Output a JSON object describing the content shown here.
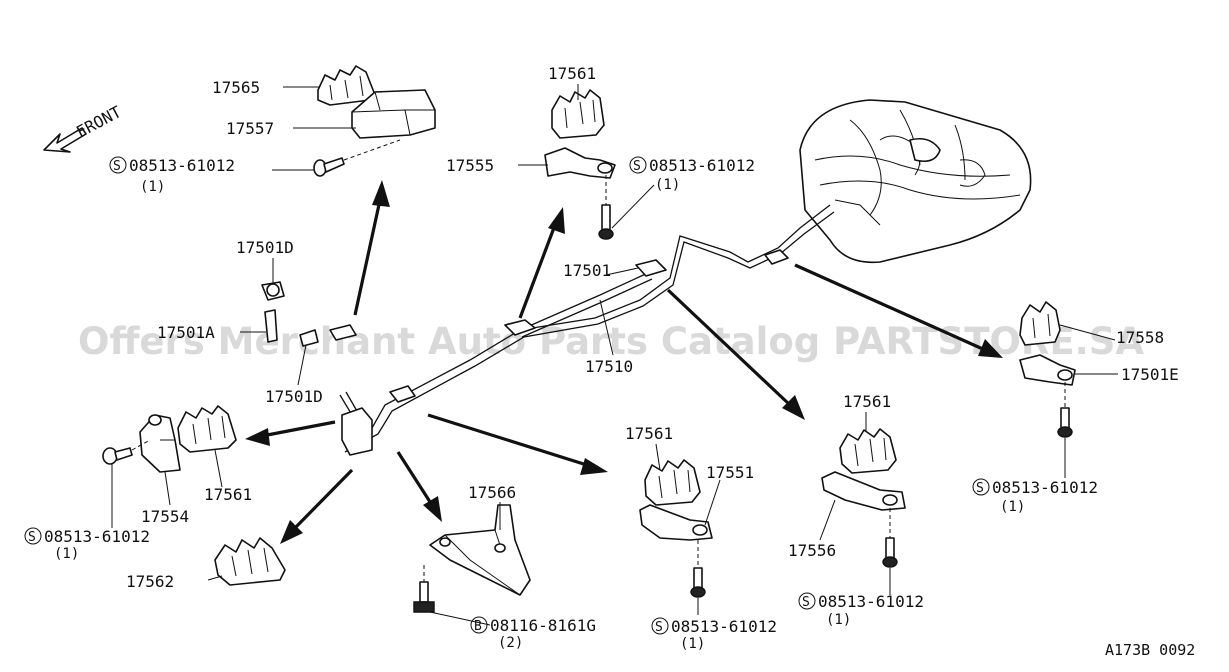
{
  "watermark": "Offers Merchant Auto Parts Catalog PARTSTORE.SA",
  "front_label": "FRONT",
  "diagram_code": "A173B 0092",
  "symbols": {
    "screw": "S",
    "bolt": "B"
  },
  "labels": {
    "p17565": "17565",
    "p17557": "17557",
    "p17561_top": "17561",
    "p17555": "17555",
    "p17501D_top": "17501D",
    "p17501A": "17501A",
    "p17501D_bottom": "17501D",
    "p17501": "17501",
    "p17510": "17510",
    "p17558": "17558",
    "p17501E": "17501E",
    "p17561_left": "17561",
    "p17554": "17554",
    "p17562": "17562",
    "p17566": "17566",
    "p17561_mid": "17561",
    "p17551": "17551",
    "p17561_right": "17561",
    "p17556": "17556"
  },
  "fasteners": {
    "f1": {
      "part": "08513-61012",
      "qty": "(1)"
    },
    "f2": {
      "part": "08513-61012",
      "qty": "(1)"
    },
    "f3": {
      "part": "08513-61012",
      "qty": "(1)"
    },
    "f4": {
      "part": "08513-61012",
      "qty": "(1)"
    },
    "f5": {
      "part": "08116-8161G",
      "qty": "(2)"
    },
    "f6": {
      "part": "08513-61012",
      "qty": "(1)"
    },
    "f7": {
      "part": "08513-61012",
      "qty": "(1)"
    }
  }
}
